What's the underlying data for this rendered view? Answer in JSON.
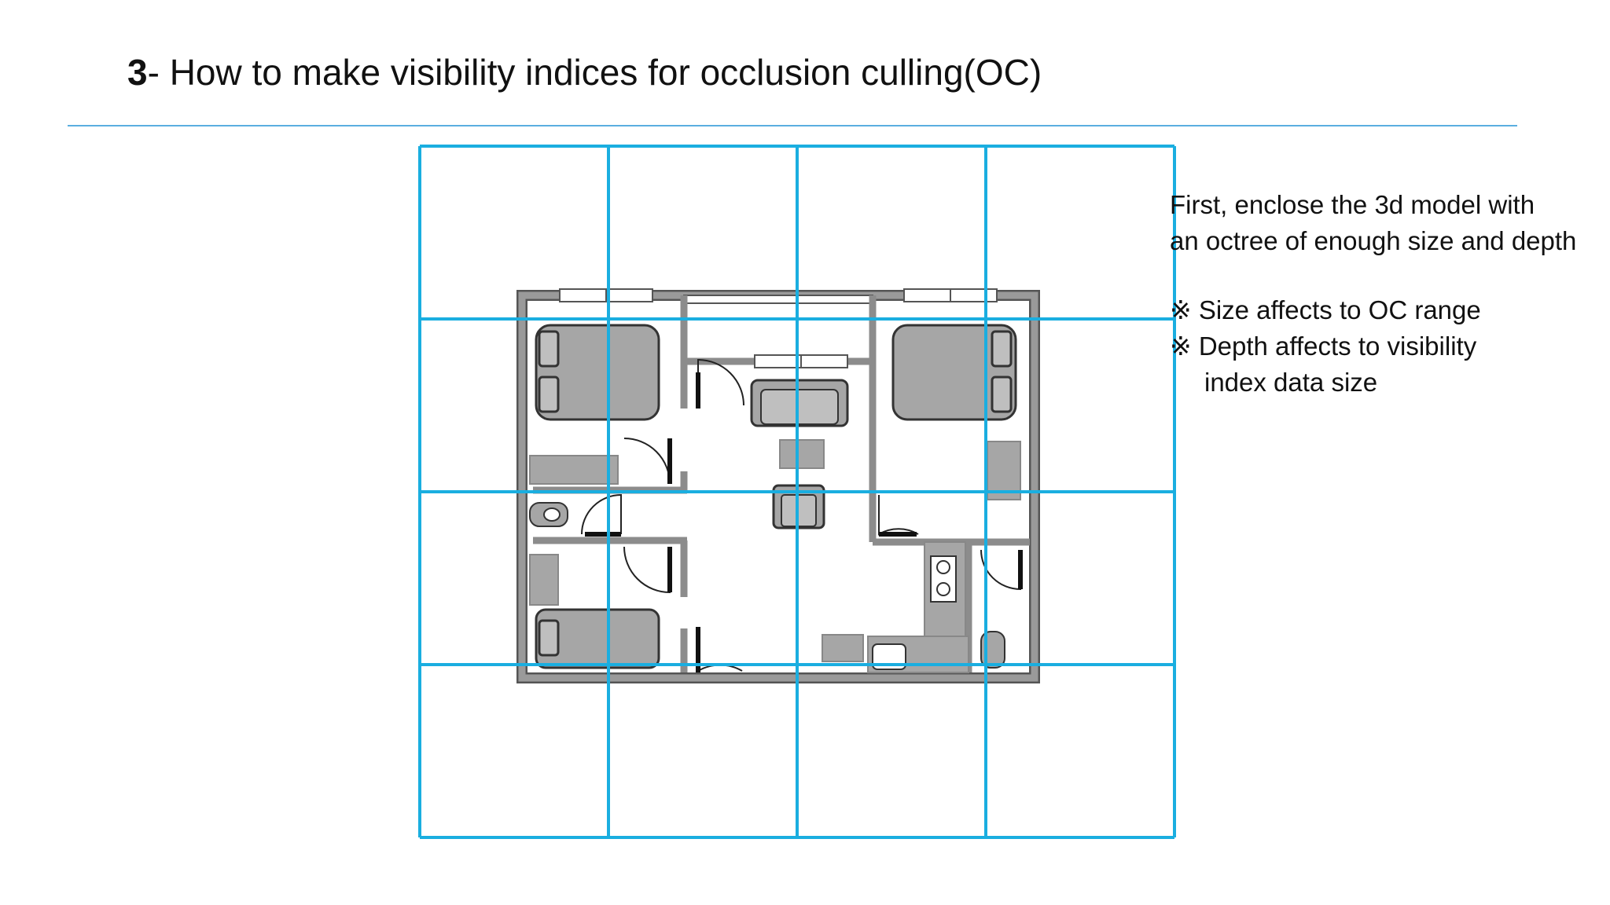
{
  "slide": {
    "title_number": "3",
    "title_text": "- How to make visibility indices for occlusion culling(OC)"
  },
  "notes": {
    "line1": "First, enclose the 3d model with",
    "line2": "an octree of enough size and depth",
    "bullet1": "※ Size affects to OC range",
    "bullet2": "※ Depth affects to visibility",
    "bullet2_cont": "index data size"
  },
  "colors": {
    "grid_line": "#1aaee0",
    "wall": "#8c8c8c",
    "furniture": "#a6a6a6",
    "rule": "#5aaee0"
  },
  "grid": {
    "columns": 4,
    "rows": 4
  }
}
